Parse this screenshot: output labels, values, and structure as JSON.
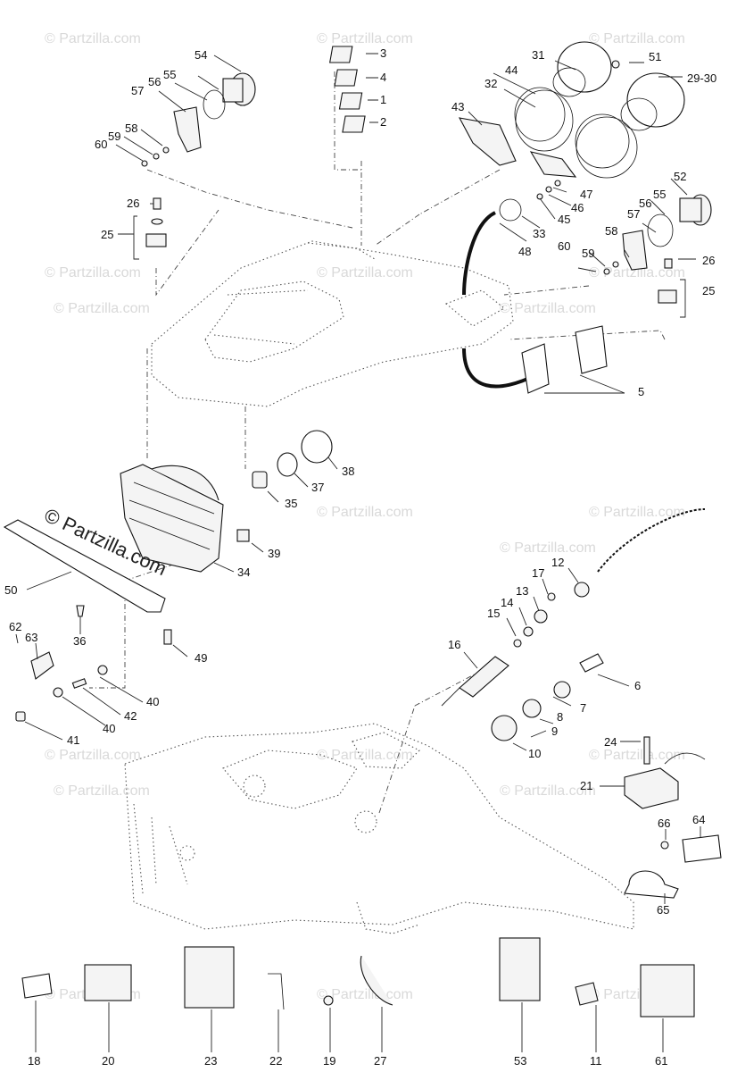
{
  "watermark": {
    "text": "© Partzilla.com",
    "overlay_text": "© Partzilla.com"
  },
  "callouts": {
    "c1": "1",
    "c2": "2",
    "c3": "3",
    "c4": "4",
    "c5": "5",
    "c6": "6",
    "c7": "7",
    "c8": "8",
    "c9": "9",
    "c10": "10",
    "c11": "11",
    "c12": "12",
    "c13": "13",
    "c14": "14",
    "c15": "15",
    "c16": "16",
    "c17": "17",
    "c18": "18",
    "c19": "19",
    "c20": "20",
    "c21": "21",
    "c22": "22",
    "c23": "23",
    "c24": "24",
    "c25a": "25",
    "c25b": "25",
    "c26a": "26",
    "c26b": "26",
    "c27": "27",
    "c29_30": "29-30",
    "c31": "31",
    "c32": "32",
    "c33": "33",
    "c34": "34",
    "c35": "35",
    "c36": "36",
    "c37": "37",
    "c38": "38",
    "c39": "39",
    "c40a": "40",
    "c40b": "40",
    "c41": "41",
    "c42": "42",
    "c43": "43",
    "c44": "44",
    "c45": "45",
    "c46": "46",
    "c47": "47",
    "c48": "48",
    "c49": "49",
    "c50": "50",
    "c51": "51",
    "c52": "52",
    "c53": "53",
    "c54": "54",
    "c55a": "55",
    "c55b": "55",
    "c56a": "56",
    "c56b": "56",
    "c57a": "57",
    "c57b": "57",
    "c58a": "58",
    "c58b": "58",
    "c59a": "59",
    "c59b": "59",
    "c60a": "60",
    "c60b": "60",
    "c61": "61",
    "c62": "62",
    "c63": "63",
    "c64": "64",
    "c65": "65",
    "c66": "66"
  }
}
